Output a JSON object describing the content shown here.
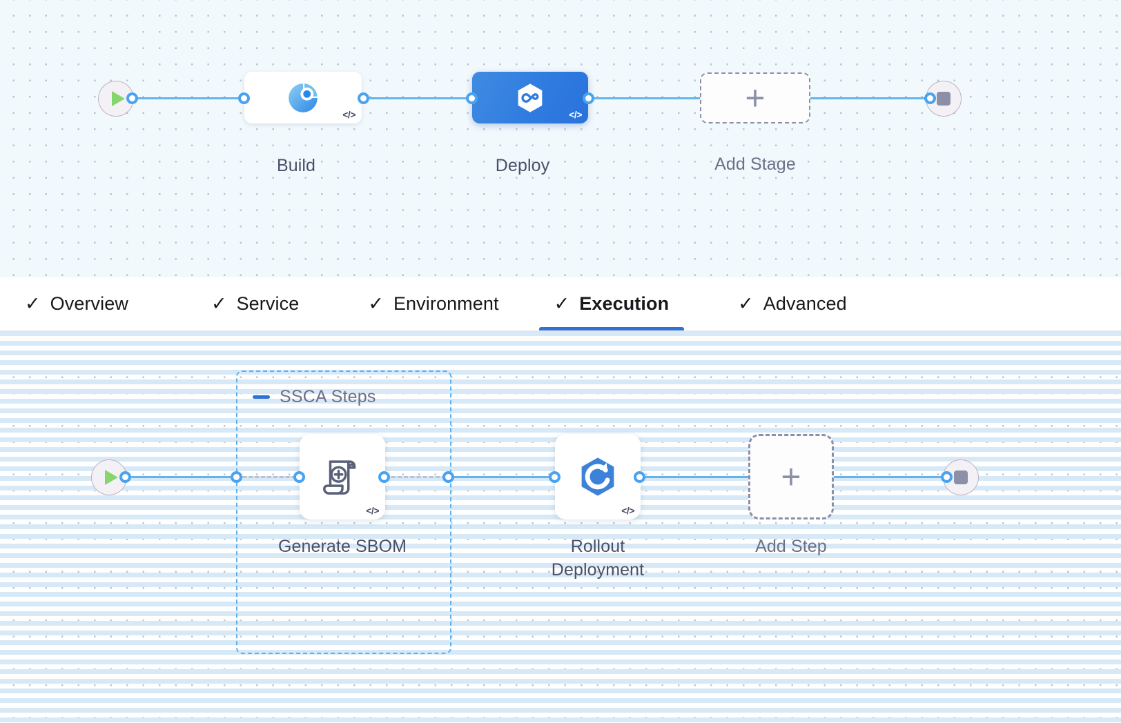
{
  "pipeline": {
    "stage_row": {
      "start_node": {
        "icon": "play-icon"
      },
      "end_node": {
        "icon": "stop-icon"
      },
      "stages": [
        {
          "label": "Build",
          "icon": "build-pie-icon",
          "code_badge": "</>",
          "selected": false
        },
        {
          "label": "Deploy",
          "icon": "hexagon-infinity-icon",
          "code_badge": "</>",
          "selected": true
        }
      ],
      "add_stage": {
        "label": "Add Stage",
        "icon": "plus-icon"
      }
    },
    "step_row": {
      "start_node": {
        "icon": "play-icon"
      },
      "end_node": {
        "icon": "stop-icon"
      },
      "group": {
        "title": "SSCA Steps",
        "collapse_icon": "minus-icon"
      },
      "steps": [
        {
          "label": "Generate SBOM",
          "icon": "scroll-plus-icon",
          "code_badge": "</>"
        },
        {
          "label": "Rollout Deployment",
          "label_line1": "Rollout",
          "label_line2": "Deployment",
          "icon": "hexagon-refresh-icon",
          "code_badge": "</>"
        }
      ],
      "add_step": {
        "label": "Add Step",
        "icon": "plus-icon"
      }
    }
  },
  "tabs": [
    {
      "label": "Overview",
      "check": "✓",
      "active": false
    },
    {
      "label": "Service",
      "check": "✓",
      "active": false
    },
    {
      "label": "Environment",
      "check": "✓",
      "active": false
    },
    {
      "label": "Execution",
      "check": "✓",
      "active": true
    },
    {
      "label": "Advanced",
      "check": "✓",
      "active": false
    }
  ],
  "colors": {
    "accent_blue": "#2f72d2",
    "edge_blue": "#63b3ed",
    "port_blue": "#4aa3f0",
    "group_dash": "#5db1ef",
    "muted_gray": "#6b7086",
    "stage_canvas_bg": "#f2f9fd",
    "step_canvas_bg": "#ffffff",
    "play_green": "#86d66f",
    "stop_gray": "#8b90a8"
  }
}
